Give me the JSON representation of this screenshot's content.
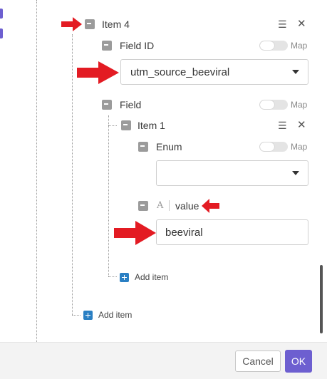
{
  "parent_item": {
    "label": "Item 4",
    "field_id": {
      "label": "Field ID",
      "map_label": "Map",
      "value": "utm_source_beeviral"
    },
    "field": {
      "label": "Field",
      "map_label": "Map",
      "item": {
        "label": "Item 1",
        "enum": {
          "label": "Enum",
          "map_label": "Map",
          "value": ""
        },
        "value_field": {
          "type_glyph": "A",
          "label": "value",
          "value": "beeviral"
        },
        "add_item_label": "Add item"
      }
    },
    "add_item_label": "Add item"
  },
  "icons": {
    "menu": "☰",
    "close": "✕"
  },
  "footer": {
    "cancel_label": "Cancel",
    "ok_label": "OK"
  },
  "colors": {
    "accent": "#6d5fd0",
    "annotation_arrow": "#e31b23",
    "add_button": "#2a7fc3"
  }
}
